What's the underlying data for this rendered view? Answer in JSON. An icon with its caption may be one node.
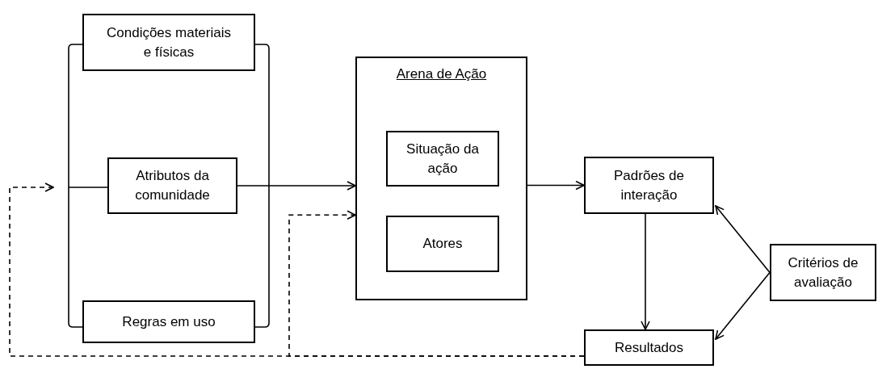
{
  "diagram": {
    "nodes": [
      {
        "text": [
          "Condições materiais e físicas"
        ]
      },
      {
        "text": [
          "Atributos da comunidade"
        ]
      },
      {
        "text": [
          "Regras em uso"
        ]
      },
      {
        "text": [
          "Arena de Ação"
        ]
      },
      {
        "text": [
          "Situação da ação"
        ],
        "in": 3
      },
      {
        "text": [
          "Atores"
        ],
        "in": 3
      },
      {
        "text": [
          "Padrões de interação"
        ]
      },
      {
        "text": [
          "Resultados"
        ]
      },
      {
        "text": [
          "Critérios de avaliação"
        ]
      }
    ],
    "edges": [
      {
        "from": 1,
        "to": 3,
        "arrow": "to"
      },
      {
        "from": 7,
        "to": null,
        "arrow": "to",
        "style": "dashed"
      },
      {
        "from": 7,
        "to": 3,
        "arrow": "to",
        "style": "dashed"
      },
      {
        "from": 3,
        "to": 6,
        "arrow": "to"
      },
      {
        "from": 6,
        "to": 7,
        "arrow": "to"
      },
      {
        "from": 8,
        "to": 6,
        "arrow": "to"
      },
      {
        "from": 8,
        "to": 7,
        "arrow": "to"
      }
    ]
  }
}
